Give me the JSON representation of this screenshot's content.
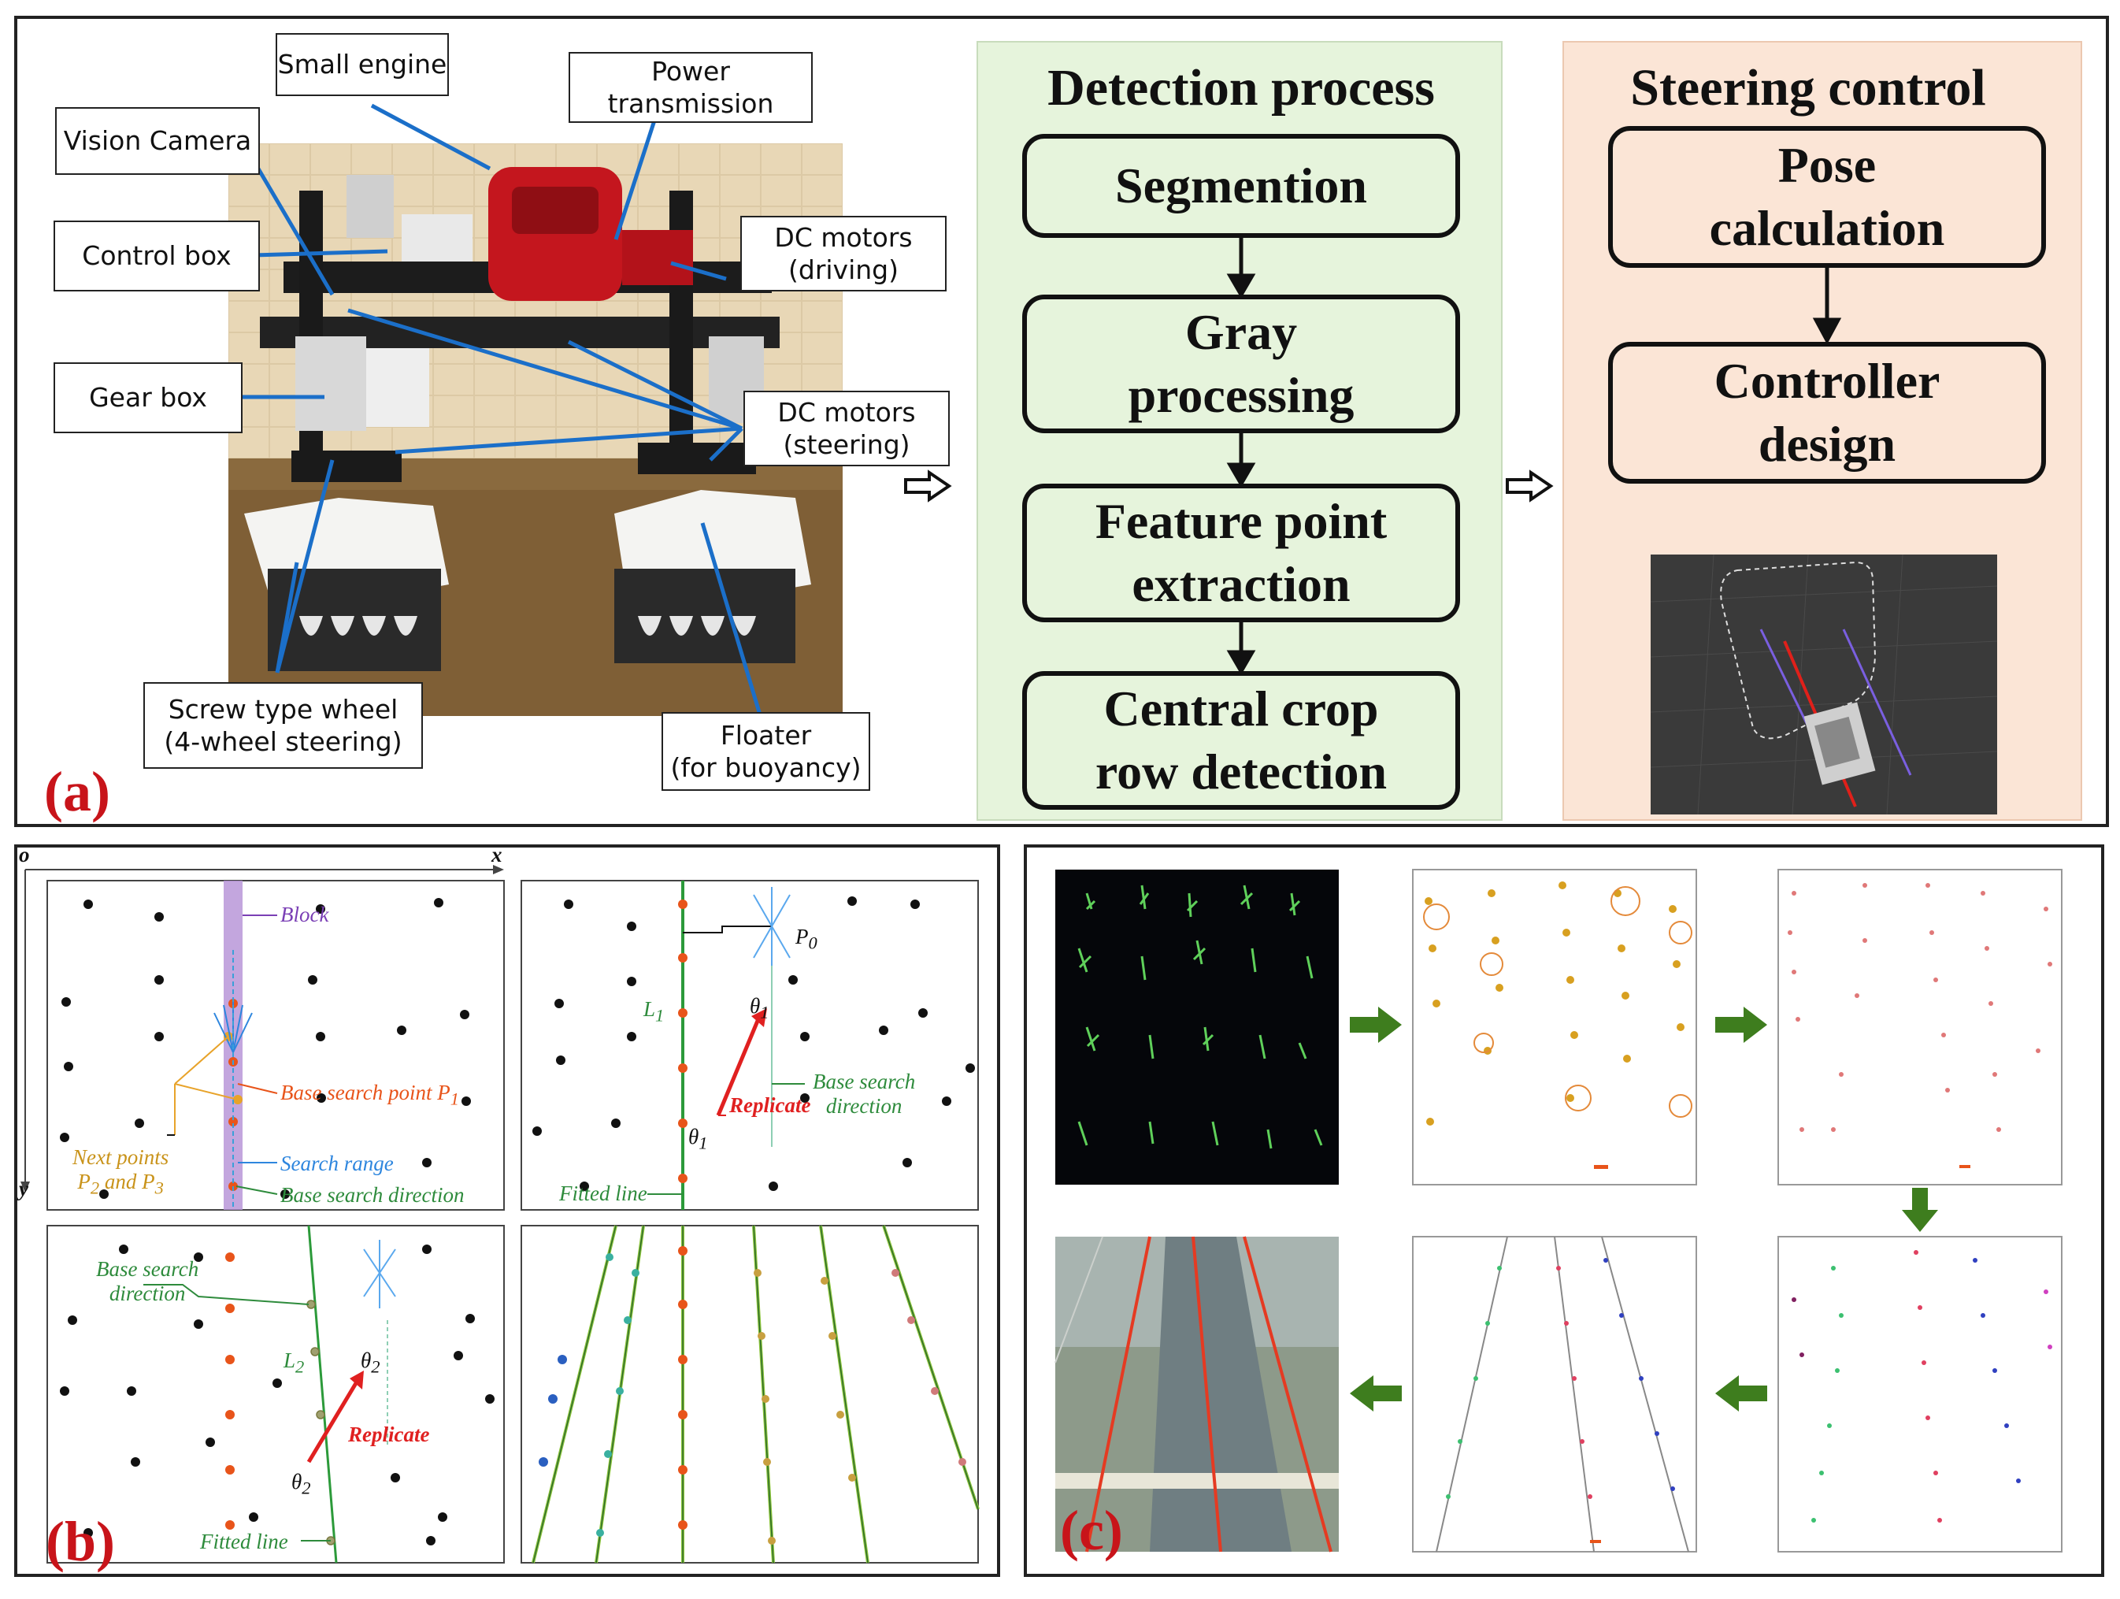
{
  "panel_a": {
    "label": "(a)",
    "callouts": {
      "small_engine": "Small engine",
      "power_transmission": [
        "Power",
        "transmission"
      ],
      "vision_camera": "Vision Camera",
      "control_box": "Control box",
      "dc_motors_driving": [
        "DC motors",
        "(driving)"
      ],
      "gear_box": "Gear box",
      "dc_motors_steering": [
        "DC motors",
        "(steering)"
      ],
      "screw_wheel": [
        "Screw type wheel",
        "(4-wheel steering)"
      ],
      "floater": [
        "Floater",
        "(for buoyancy)"
      ]
    },
    "detection": {
      "title": "Detection process",
      "steps": [
        [
          "Segmention"
        ],
        [
          "Gray",
          "processing"
        ],
        [
          "Feature point",
          "extraction"
        ],
        [
          "Central crop",
          "row detection"
        ]
      ]
    },
    "steering": {
      "title": "Steering control",
      "steps": [
        [
          "Pose",
          "calculation"
        ],
        [
          "Controller",
          "design"
        ]
      ]
    }
  },
  "panel_b": {
    "label": "(b)",
    "axes": {
      "origin": "o",
      "x": "x",
      "y": "y"
    },
    "annotations": {
      "block": "Block",
      "base_search_point": "Base search point P",
      "base_search_point_sub": "1",
      "next_points": "Next points",
      "next_points_2": "P",
      "p2sub": "2",
      "and": " and P",
      "p3sub": "3",
      "search_range": "Search range",
      "base_search_direction": "Base search direction",
      "p0": "P",
      "p0sub": "0",
      "l1": "L",
      "l1sub": "1",
      "theta1": "θ",
      "theta1sub": "1",
      "replicate": "Replicate",
      "base_search": "Base search",
      "direction": "direction",
      "fitted_line": "Fitted line",
      "l2": "L",
      "l2sub": "2",
      "theta2": "θ",
      "theta2sub": "2"
    }
  },
  "panel_c": {
    "label": "(c)"
  },
  "colors": {
    "panel_label": "#c8141a",
    "detection_bg": "#e6f4dc",
    "steering_bg": "#fbe5d6",
    "green_arrow": "#3e7d1e",
    "callout_line": "#1b6fc9"
  }
}
